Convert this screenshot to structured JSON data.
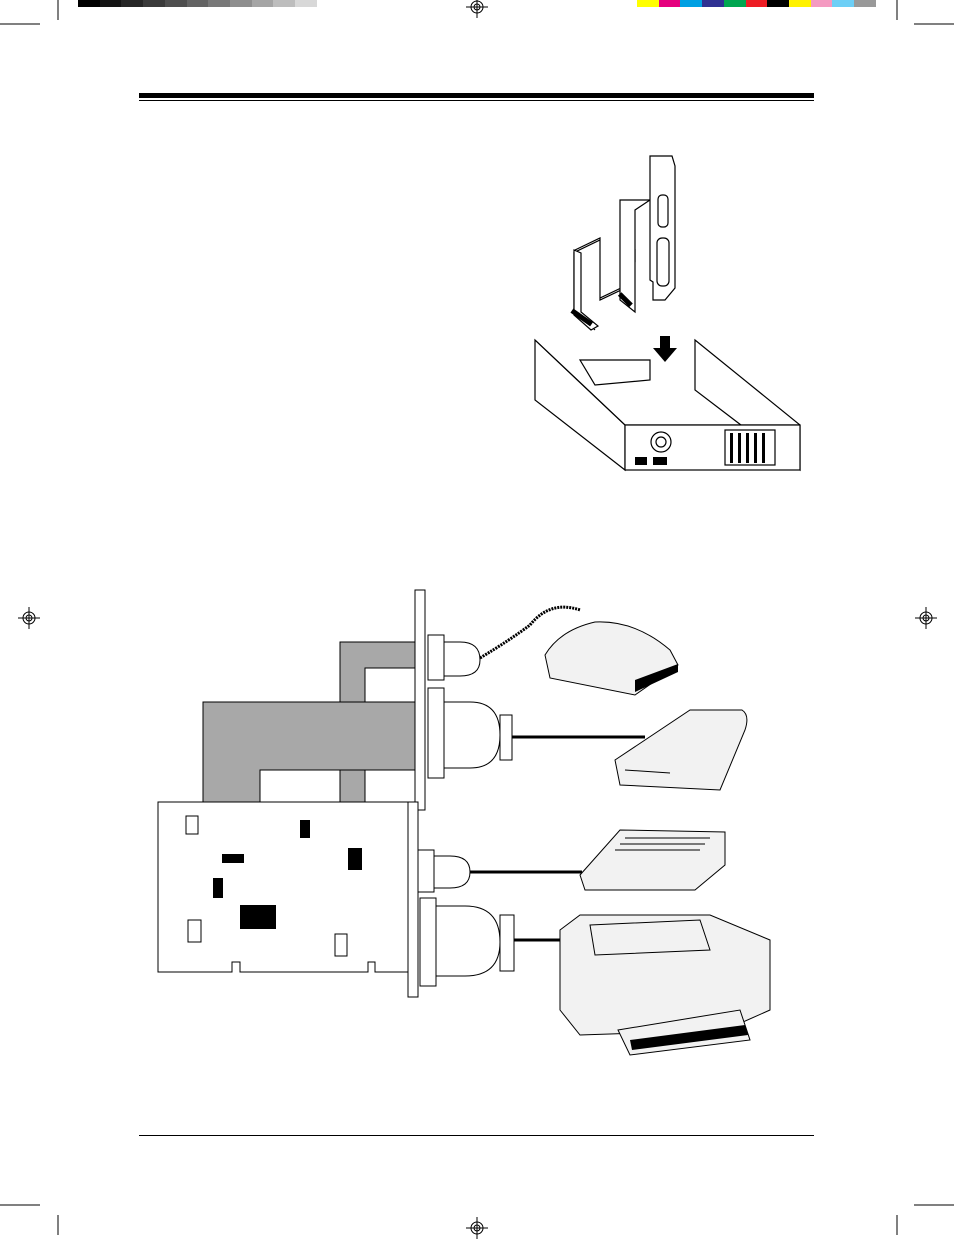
{
  "print_marks": {
    "grayscale_bar": [
      "#000000",
      "#141414",
      "#262626",
      "#3a3a3a",
      "#4e4e4e",
      "#636363",
      "#787878",
      "#8e8e8e",
      "#a5a5a5",
      "#bdbdbd",
      "#d8d8d8"
    ],
    "color_bar": [
      "#ffff00",
      "#e5007e",
      "#00a0e3",
      "#2f3192",
      "#00a650",
      "#ed1c24",
      "#000000",
      "#fff200",
      "#f49ac1",
      "#6dcff6",
      "#999999"
    ],
    "registration_mark": "crosshair-target-icon"
  },
  "figures": {
    "top": {
      "parts": [
        "serial-cable-ribbon",
        "parallel-cable-ribbon",
        "io-bracket",
        "insert-arrow-icon",
        "computer-case-open",
        "case-rear-panel"
      ]
    },
    "bottom": {
      "parts": [
        "multi-io-card",
        "ribbon-cables",
        "bracket-serial-port",
        "bracket-parallel-port",
        "mouse",
        "external-modem",
        "hub",
        "laser-printer"
      ]
    }
  },
  "colors": {
    "ink": "#000000",
    "ribbon_gray": "#a8a8a8",
    "device_fill": "#f2f2f2",
    "rule": "#000000"
  }
}
